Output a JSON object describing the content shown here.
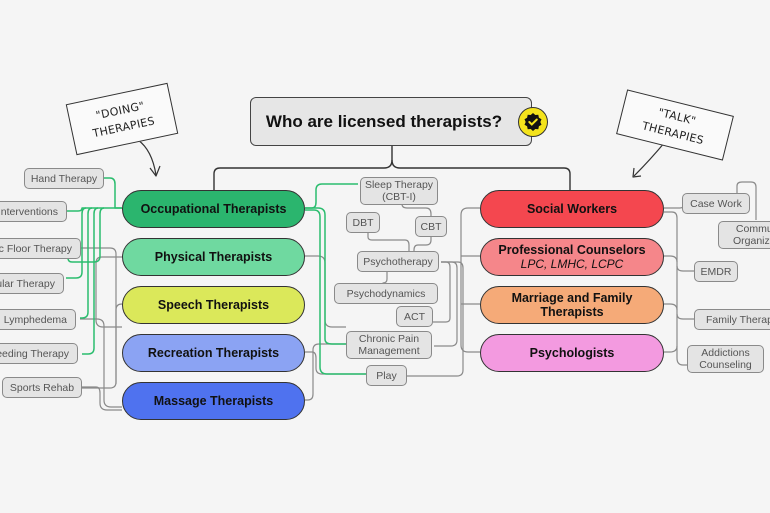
{
  "title": "Who are licensed therapists?",
  "badge_icon": "verified-check-badge",
  "annotations": {
    "doing": {
      "line1": "\"DOING\"",
      "line2": "THERAPIES"
    },
    "talk": {
      "line1": "\"TALK\"",
      "line2": "THERAPIES"
    }
  },
  "colors": {
    "background": "#f5f5f5",
    "badge": "#f4e31c",
    "occupational_link": "#2bbd6e",
    "neutral_link": "#8a8a8a"
  },
  "doing_therapists": [
    {
      "label": "Occupational Therapists",
      "color": "#2bb56e"
    },
    {
      "label": "Physical Therapists",
      "color": "#6fd9a0"
    },
    {
      "label": "Speech Therapists",
      "color": "#dbe85a"
    },
    {
      "label": "Recreation Therapists",
      "color": "#8ba3f3"
    },
    {
      "label": "Massage Therapists",
      "color": "#4f72ef"
    }
  ],
  "talk_therapists": [
    {
      "label": "Social Workers",
      "sub": "",
      "color": "#f4474f"
    },
    {
      "label": "Professional Counselors",
      "sub": "LPC, LMHC, LCPC",
      "color": "#f5868a"
    },
    {
      "label": "Marriage and Family Therapists",
      "sub": "",
      "color": "#f5aa78"
    },
    {
      "label": "Psychologists",
      "sub": "",
      "color": "#f39ae0"
    }
  ],
  "left_therapies": [
    "Hand Therapy",
    "Interventions",
    "c Floor Therapy",
    "ular Therapy",
    "Lymphedema",
    "eeding Therapy",
    "Sports Rehab"
  ],
  "center_therapies": [
    "Sleep Therapy\n(CBT-I)",
    "DBT",
    "CBT",
    "Psychotherapy",
    "Psychodynamics",
    "ACT",
    "Chronic Pain\nManagement",
    "Play"
  ],
  "right_therapies": [
    "Case Work",
    "Commu\nOrganiza",
    "EMDR",
    "Family Therapy",
    "Addictions\nCounseling"
  ]
}
